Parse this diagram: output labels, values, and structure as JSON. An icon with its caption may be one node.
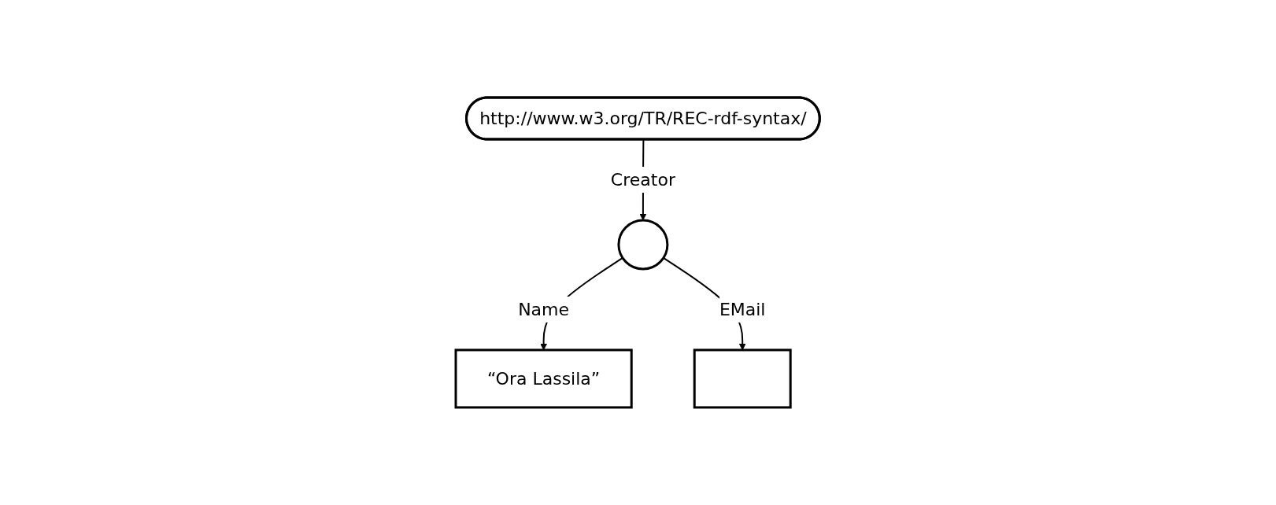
{
  "diagram": {
    "nodes": [
      {
        "text": [
          "http://www.w3.org/TR/REC-rdf-syntax/"
        ]
      },
      {
        "text": [],
        "shape": "circle"
      },
      {
        "text": [
          "“Ora Lassila”"
        ]
      },
      {
        "text": [],
        "shape": "box"
      }
    ],
    "edges": [
      {
        "from": 0,
        "to": 1,
        "arrow": "to",
        "label": "Creator"
      },
      {
        "from": 1,
        "to": 2,
        "arrow": "to",
        "label": "Name"
      },
      {
        "from": 1,
        "to": 3,
        "arrow": "to",
        "label": "EMail"
      }
    ]
  }
}
